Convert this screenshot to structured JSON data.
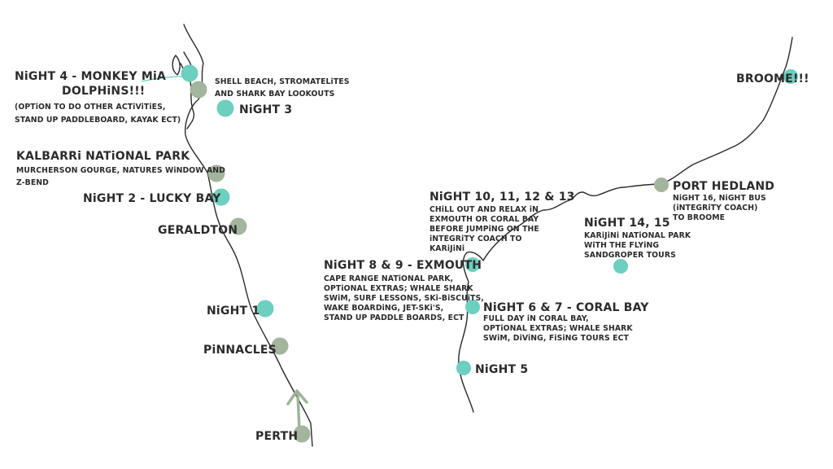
{
  "colors": {
    "teal": "#6ccfbf",
    "sage": "#a3b59c",
    "coastline": "#2a2a2a",
    "text": "#2b2b2b"
  },
  "stops": [
    {
      "id": "monkey-mia",
      "color": "teal"
    },
    {
      "id": "shell-beach",
      "color": "sage"
    },
    {
      "id": "night-3",
      "color": "teal"
    },
    {
      "id": "kalbarri",
      "color": "sage"
    },
    {
      "id": "lucky-bay",
      "color": "teal"
    },
    {
      "id": "geraldton",
      "color": "sage"
    },
    {
      "id": "night-1",
      "color": "teal"
    },
    {
      "id": "pinnacles",
      "color": "sage"
    },
    {
      "id": "perth",
      "color": "sage"
    },
    {
      "id": "exmouth",
      "color": "teal"
    },
    {
      "id": "coral-bay",
      "color": "teal"
    },
    {
      "id": "night-5",
      "color": "teal"
    },
    {
      "id": "karijini",
      "color": "teal"
    },
    {
      "id": "port-hedland",
      "color": "sage"
    },
    {
      "id": "broome",
      "color": "teal"
    }
  ],
  "labels": {
    "monkey_mia": [
      "NiGHT 4 - MONKEY MiA",
      "DOLPHiNS!!!"
    ],
    "monkey_mia_note": [
      "(OPTiON TO DO OTHER ACTiViTiES,",
      "STAND UP PADDLEBOARD, KAYAK ECT)"
    ],
    "shell_beach": [
      "SHELL BEACH, STROMATELiTES",
      "AND SHARK BAY LOOKOUTS"
    ],
    "night_3": "NiGHT 3",
    "kalbarri": "KALBARRi NATiONAL PARK",
    "kalbarri_note": [
      "MURCHERSON GOURGE, NATURES WiNDOW AND",
      "Z-BEND"
    ],
    "lucky_bay": "NiGHT 2 - LUCKY BAY",
    "geraldton": "GERALDTON",
    "night_1": "NiGHT 1",
    "pinnacles": "PiNNACLES",
    "perth": "PERTH",
    "night_10": [
      "NiGHT 10, 11, 12 & 13"
    ],
    "night_10_note": [
      "CHiLL OUT AND RELAX iN",
      "EXMOUTH OR CORAL BAY",
      "BEFORE JUMPiNG ON THE",
      "iNTEGRiTY COACH TO",
      "KARiJiNi"
    ],
    "exmouth": "NiGHT 8 & 9 - EXMOUTH",
    "exmouth_note": [
      "CAPE RANGE NATiONAL PARK,",
      "OPTiONAL EXTRAS; WHALE SHARK",
      "SWiM, SURF LESSONS, SKi-BiSCUiTS,",
      "WAKE BOARDiNG, JET-SKi'S,",
      "STAND UP PADDLE BOARDS, ECT"
    ],
    "coral_bay": "NiGHT 6 & 7 - CORAL BAY",
    "coral_bay_note": [
      "FULL DAY iN CORAL BAY,",
      "OPTiONAL EXTRAS; WHALE SHARK",
      "SWiM, DiViNG, FiSiNG TOURS ECT"
    ],
    "night_5": "NiGHT 5",
    "karijini": "NiGHT 14, 15",
    "karijini_note": [
      "KARiJiNi NATiONAL PARK",
      "WiTH THE FLYiNG",
      "SANDGROPER TOURS"
    ],
    "port_hedland": "PORT HEDLAND",
    "port_hedland_note": [
      "NiGHT 16, NiGHT BUS",
      "(iNTEGRiTY COACH)",
      "TO BROOME"
    ],
    "broome": "BROOME!!!"
  }
}
